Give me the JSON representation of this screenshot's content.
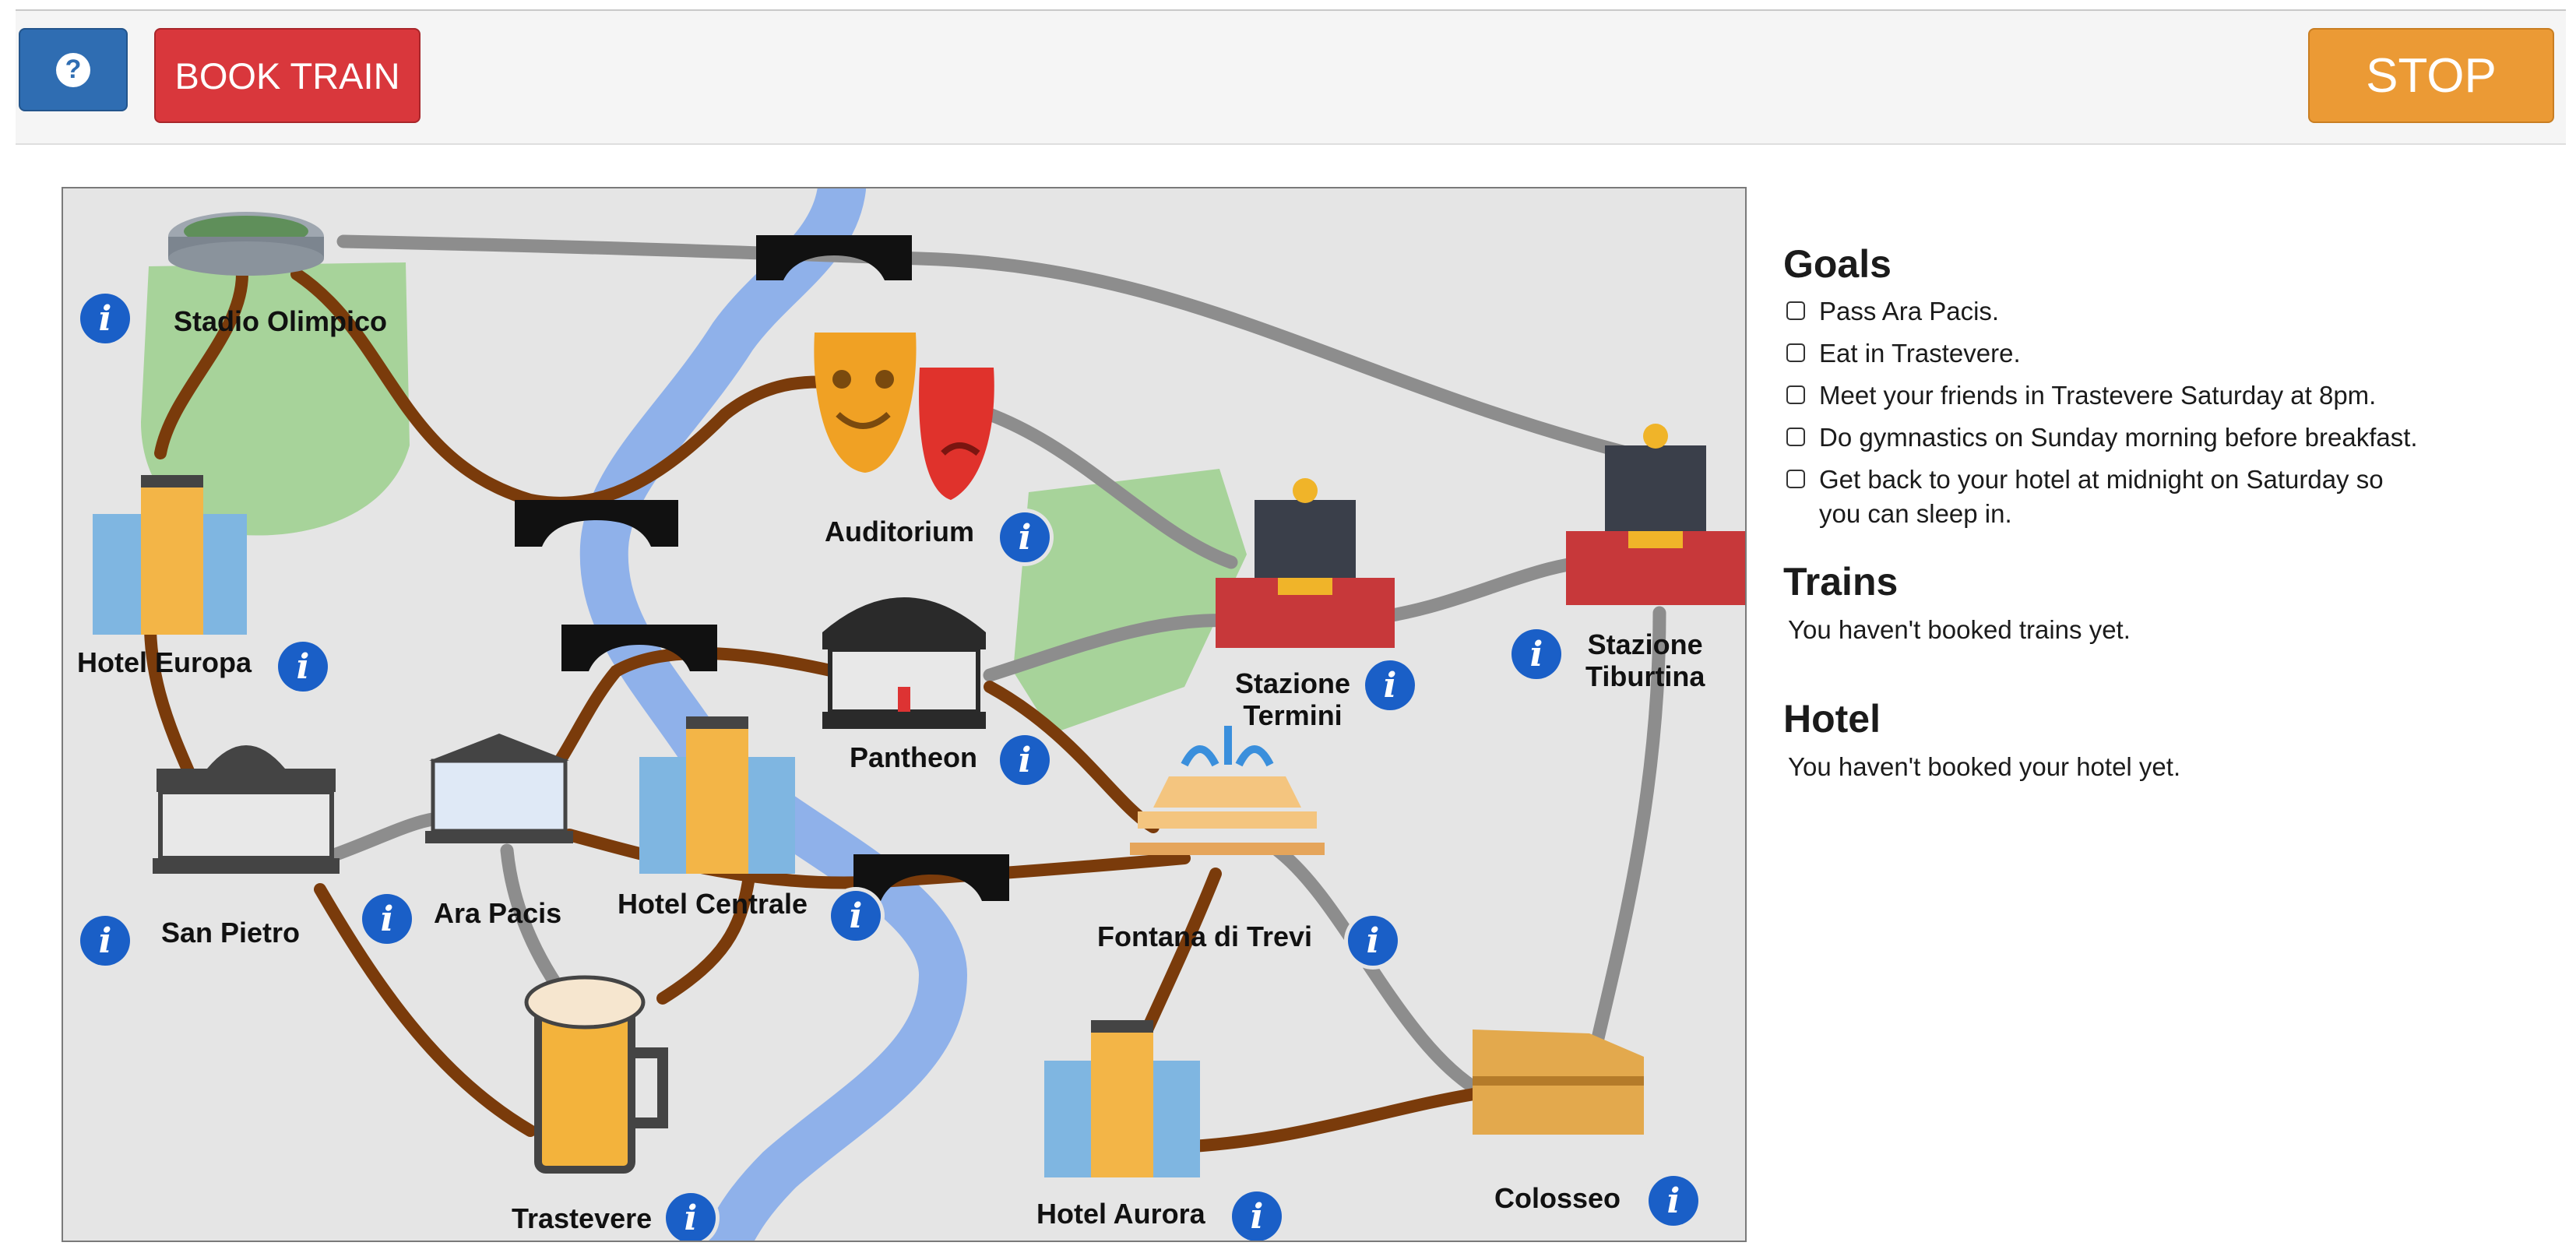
{
  "toolbar": {
    "help_icon": "question-circle-icon",
    "book_train_label": "BOOK TRAIN",
    "stop_label": "STOP"
  },
  "map": {
    "places": {
      "stadio_olimpico": "Stadio Olimpico",
      "hotel_europa": "Hotel Europa",
      "auditorium": "Auditorium",
      "pantheon": "Pantheon",
      "stazione_termini": "Stazione\nTermini",
      "stazione_tiburtina": "Stazione\nTiburtina",
      "san_pietro": "San Pietro",
      "ara_pacis": "Ara Pacis",
      "hotel_centrale": "Hotel Centrale",
      "fontana_di_trevi": "Fontana di Trevi",
      "trastevere": "Trastevere",
      "hotel_aurora": "Hotel Aurora",
      "colosseo": "Colosseo"
    },
    "info_icon_glyph": "i",
    "colors": {
      "river": "#8fb1ea",
      "park": "#a7d39a",
      "road_brown": "#7a3b0b",
      "rail_gray": "#8d8d8d",
      "bridge": "#111111"
    }
  },
  "panel": {
    "goals_title": "Goals",
    "goals": [
      "Pass Ara Pacis.",
      "Eat in Trastevere.",
      "Meet your friends in Trastevere Saturday at 8pm.",
      "Do gymnastics on Sunday morning before breakfast.",
      "Get back to your hotel at midnight on Saturday so you can sleep in."
    ],
    "trains_title": "Trains",
    "trains_text": "You haven't booked trains yet.",
    "hotel_title": "Hotel",
    "hotel_text": "You haven't booked your hotel yet."
  }
}
